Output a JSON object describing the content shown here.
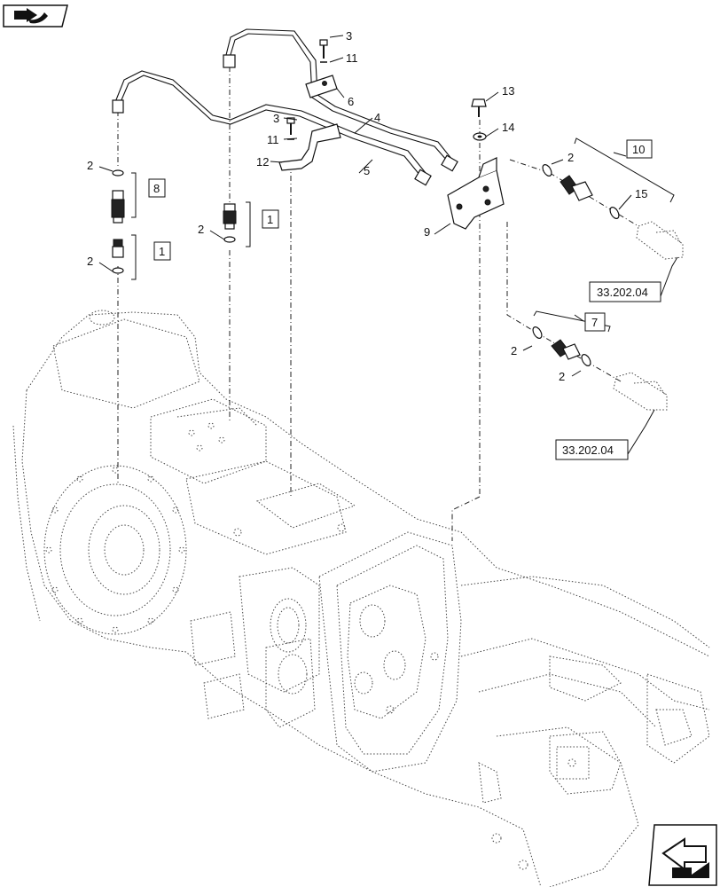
{
  "callouts": {
    "c3a": "3",
    "c11a": "11",
    "c6": "6",
    "c4": "4",
    "c3b": "3",
    "c11b": "11",
    "c12": "12",
    "c5": "5",
    "c13": "13",
    "c14": "14",
    "c9": "9",
    "c2a": "2",
    "c8": "8",
    "c1a": "1",
    "c2b": "2",
    "c2c": "2",
    "c1b": "1",
    "c10": "10",
    "c2d": "2",
    "c15": "15",
    "c7": "7",
    "c2e": "2",
    "c2f": "2"
  },
  "refs": {
    "ref_upper": "33.202.04",
    "ref_lower": "33.202.04"
  },
  "icons": {
    "top_left": "book-arrow-icon",
    "bottom_right": "next-page-arrow-icon"
  }
}
